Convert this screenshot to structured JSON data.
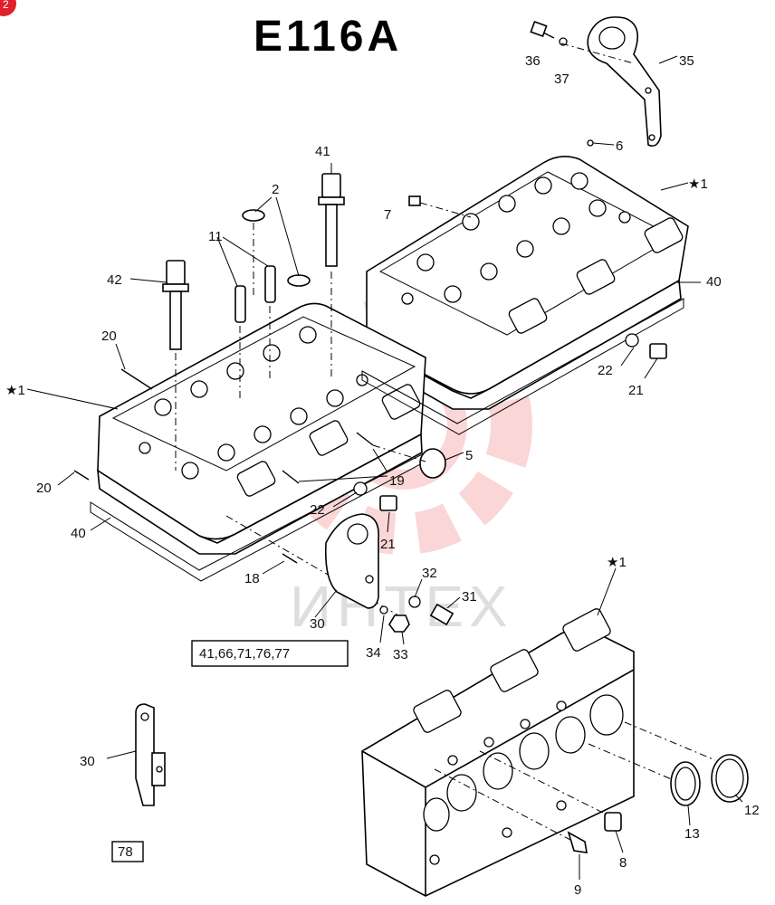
{
  "diagram": {
    "title": "E116A",
    "badge": "2",
    "watermark_text": "ИНТЕХ",
    "ref_box": "41,66,71,76,77",
    "page_box": "78",
    "colors": {
      "ink": "#000000",
      "badge": "#e0202a",
      "watermark": "#f28b8b"
    },
    "callouts": [
      {
        "id": "c36",
        "text": "36"
      },
      {
        "id": "c37",
        "text": "37"
      },
      {
        "id": "c35",
        "text": "35"
      },
      {
        "id": "c6",
        "text": "6"
      },
      {
        "id": "c1a",
        "text": "★1"
      },
      {
        "id": "c41",
        "text": "41"
      },
      {
        "id": "c2",
        "text": "2"
      },
      {
        "id": "c7",
        "text": "7"
      },
      {
        "id": "c11",
        "text": "11"
      },
      {
        "id": "c40a",
        "text": "40"
      },
      {
        "id": "c42",
        "text": "42"
      },
      {
        "id": "c20a",
        "text": "20"
      },
      {
        "id": "c22a",
        "text": "22"
      },
      {
        "id": "c21a",
        "text": "21"
      },
      {
        "id": "c1b",
        "text": "★1"
      },
      {
        "id": "c5",
        "text": "5"
      },
      {
        "id": "c19",
        "text": "19"
      },
      {
        "id": "c20b",
        "text": "20"
      },
      {
        "id": "c22b",
        "text": "22"
      },
      {
        "id": "c40b",
        "text": "40"
      },
      {
        "id": "c21b",
        "text": "21"
      },
      {
        "id": "c18",
        "text": "18"
      },
      {
        "id": "c32",
        "text": "32"
      },
      {
        "id": "c31",
        "text": "31"
      },
      {
        "id": "c30a",
        "text": "30"
      },
      {
        "id": "c34",
        "text": "34"
      },
      {
        "id": "c33",
        "text": "33"
      },
      {
        "id": "c1c",
        "text": "★1"
      },
      {
        "id": "c30b",
        "text": "30"
      },
      {
        "id": "c12",
        "text": "12"
      },
      {
        "id": "c13",
        "text": "13"
      },
      {
        "id": "c8",
        "text": "8"
      },
      {
        "id": "c9",
        "text": "9"
      }
    ]
  }
}
